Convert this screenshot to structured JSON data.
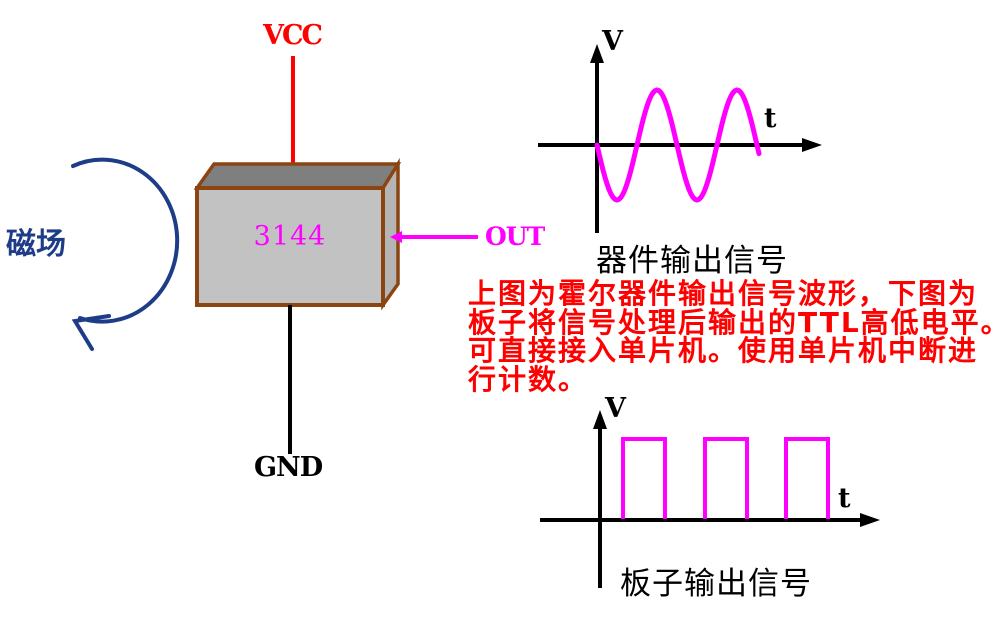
{
  "palette": {
    "wire_red": "#FF0000",
    "signal_magenta": "#FF00FF",
    "field_navy": "#1E3C87",
    "box_brown": "#8B4513",
    "box_front_gray": "#C2C2C2",
    "box_top_gray": "#7F7F7F",
    "box_side_gray": "#B5B5B5",
    "axis_black": "#000000",
    "caption_black": "#000000"
  },
  "circuit": {
    "chip_model": "3144",
    "vcc_label": "VCC",
    "gnd_label": "GND",
    "out_label": "OUT",
    "magnetic_field_label": "磁场"
  },
  "annotation": {
    "color": "#FF0000",
    "lines": [
      "上图为霍尔器件输出信号波形，下图为",
      "板子将信号处理后输出的TTL高低电平。",
      "可直接接入单片机。使用单片机中断进",
      "行计数。"
    ]
  },
  "chart_data": [
    {
      "type": "line",
      "id": "device_output",
      "title": "器件输出信号",
      "xlabel": "t",
      "ylabel": "V",
      "waveform": "sine",
      "amplitude": 1,
      "cycles_shown": 2.02,
      "starts_negative": true,
      "color": "#FF00FF",
      "axis_ticks": "none",
      "note": "qualitative analog Hall-device output centered on t axis"
    },
    {
      "type": "line",
      "id": "board_output",
      "title": "板子输出信号",
      "xlabel": "t",
      "ylabel": "V",
      "waveform": "square_pulses",
      "high": 1,
      "low": 0,
      "pulses_t": [
        [
          0.575,
          1.625
        ],
        [
          2.625,
          3.675
        ],
        [
          4.65,
          5.7
        ]
      ],
      "color": "#FF00FF",
      "axis_ticks": "none",
      "note": "qualitative TTL pulse train above t axis"
    }
  ]
}
